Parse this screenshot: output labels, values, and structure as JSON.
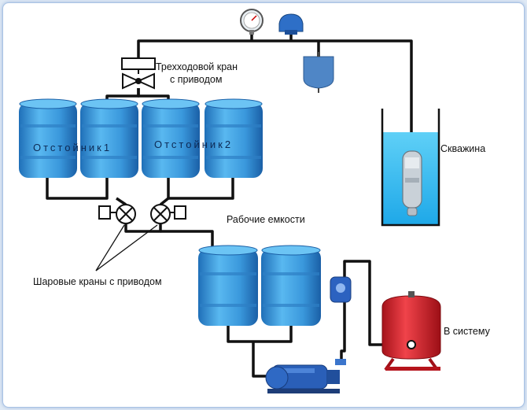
{
  "labels": {
    "three_way_valve_line1": "Трехходовой кран",
    "three_way_valve_line2": "с приводом",
    "settling_tank_1": "Отстойник1",
    "settling_tank_2": "Отстойник2",
    "well": "Скважина",
    "working_tanks": "Рабочие емкости",
    "ball_valves": "Шаровые краны с приводом",
    "to_system": "В систему"
  },
  "colors": {
    "barrel_blue": "#3d9ee0",
    "pipe": "#111111",
    "well_water": "#2ab7ee",
    "accumulator_red": "#d8232a",
    "expansion_tank_blue": "#4f86c6"
  },
  "icons": {
    "pressure_gauge": "pressure-gauge-icon",
    "pressure_switch": "pressure-switch-icon",
    "expansion_tank": "expansion-tank-icon",
    "submersible_pump": "submersible-pump-icon",
    "surface_pump": "surface-pump-icon",
    "red_accumulator": "hydro-accumulator-icon",
    "three_way_valve": "three-way-valve-icon",
    "ball_valve": "ball-valve-icon"
  }
}
